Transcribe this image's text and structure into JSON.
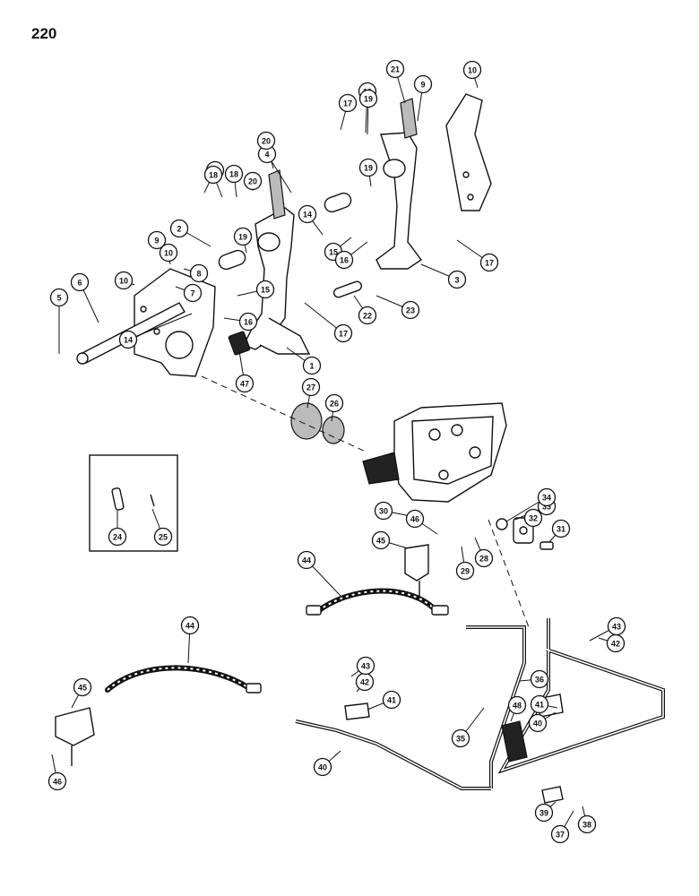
{
  "page": {
    "number": "220"
  },
  "callouts": [
    "1",
    "2",
    "3",
    "4",
    "5",
    "6",
    "7",
    "8",
    "9",
    "9",
    "10",
    "10",
    "10",
    "14",
    "14",
    "15",
    "15",
    "16",
    "16",
    "17",
    "17",
    "17",
    "17",
    "18",
    "18",
    "19",
    "19",
    "19",
    "19",
    "20",
    "20",
    "21",
    "22",
    "23",
    "24",
    "25",
    "26",
    "27",
    "28",
    "29",
    "30",
    "31",
    "32",
    "33",
    "34",
    "35",
    "36",
    "37",
    "38",
    "39",
    "40",
    "40",
    "41",
    "41",
    "42",
    "42",
    "43",
    "43",
    "44",
    "44",
    "45",
    "45",
    "46",
    "46",
    "47",
    "48"
  ]
}
